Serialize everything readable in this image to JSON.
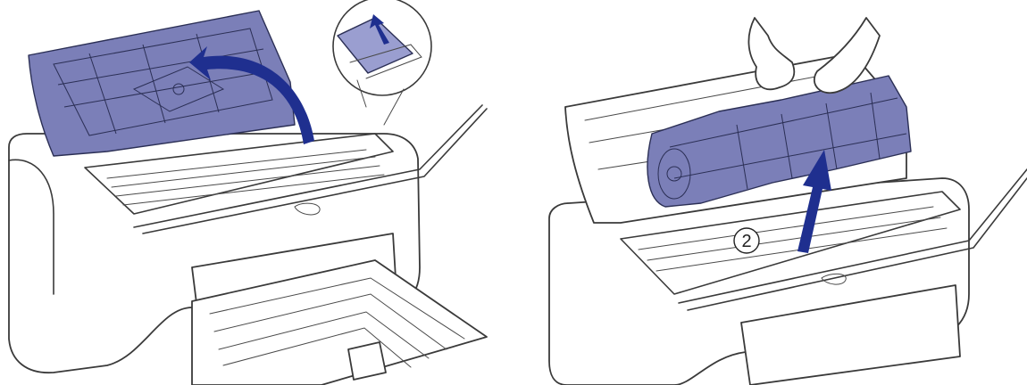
{
  "colors": {
    "cover_fill": "#7b7fb8",
    "cover_fill_light": "#9a9ed0",
    "arrow_fill": "#1f2f8f",
    "line_color": "#3a3a3a"
  },
  "panels": [
    {
      "id": "open-cover",
      "arrow_icon": "curved-arrow-icon"
    },
    {
      "id": "remove-cartridge",
      "arrow_icon": "up-arrow-icon",
      "step_label": "2"
    }
  ]
}
